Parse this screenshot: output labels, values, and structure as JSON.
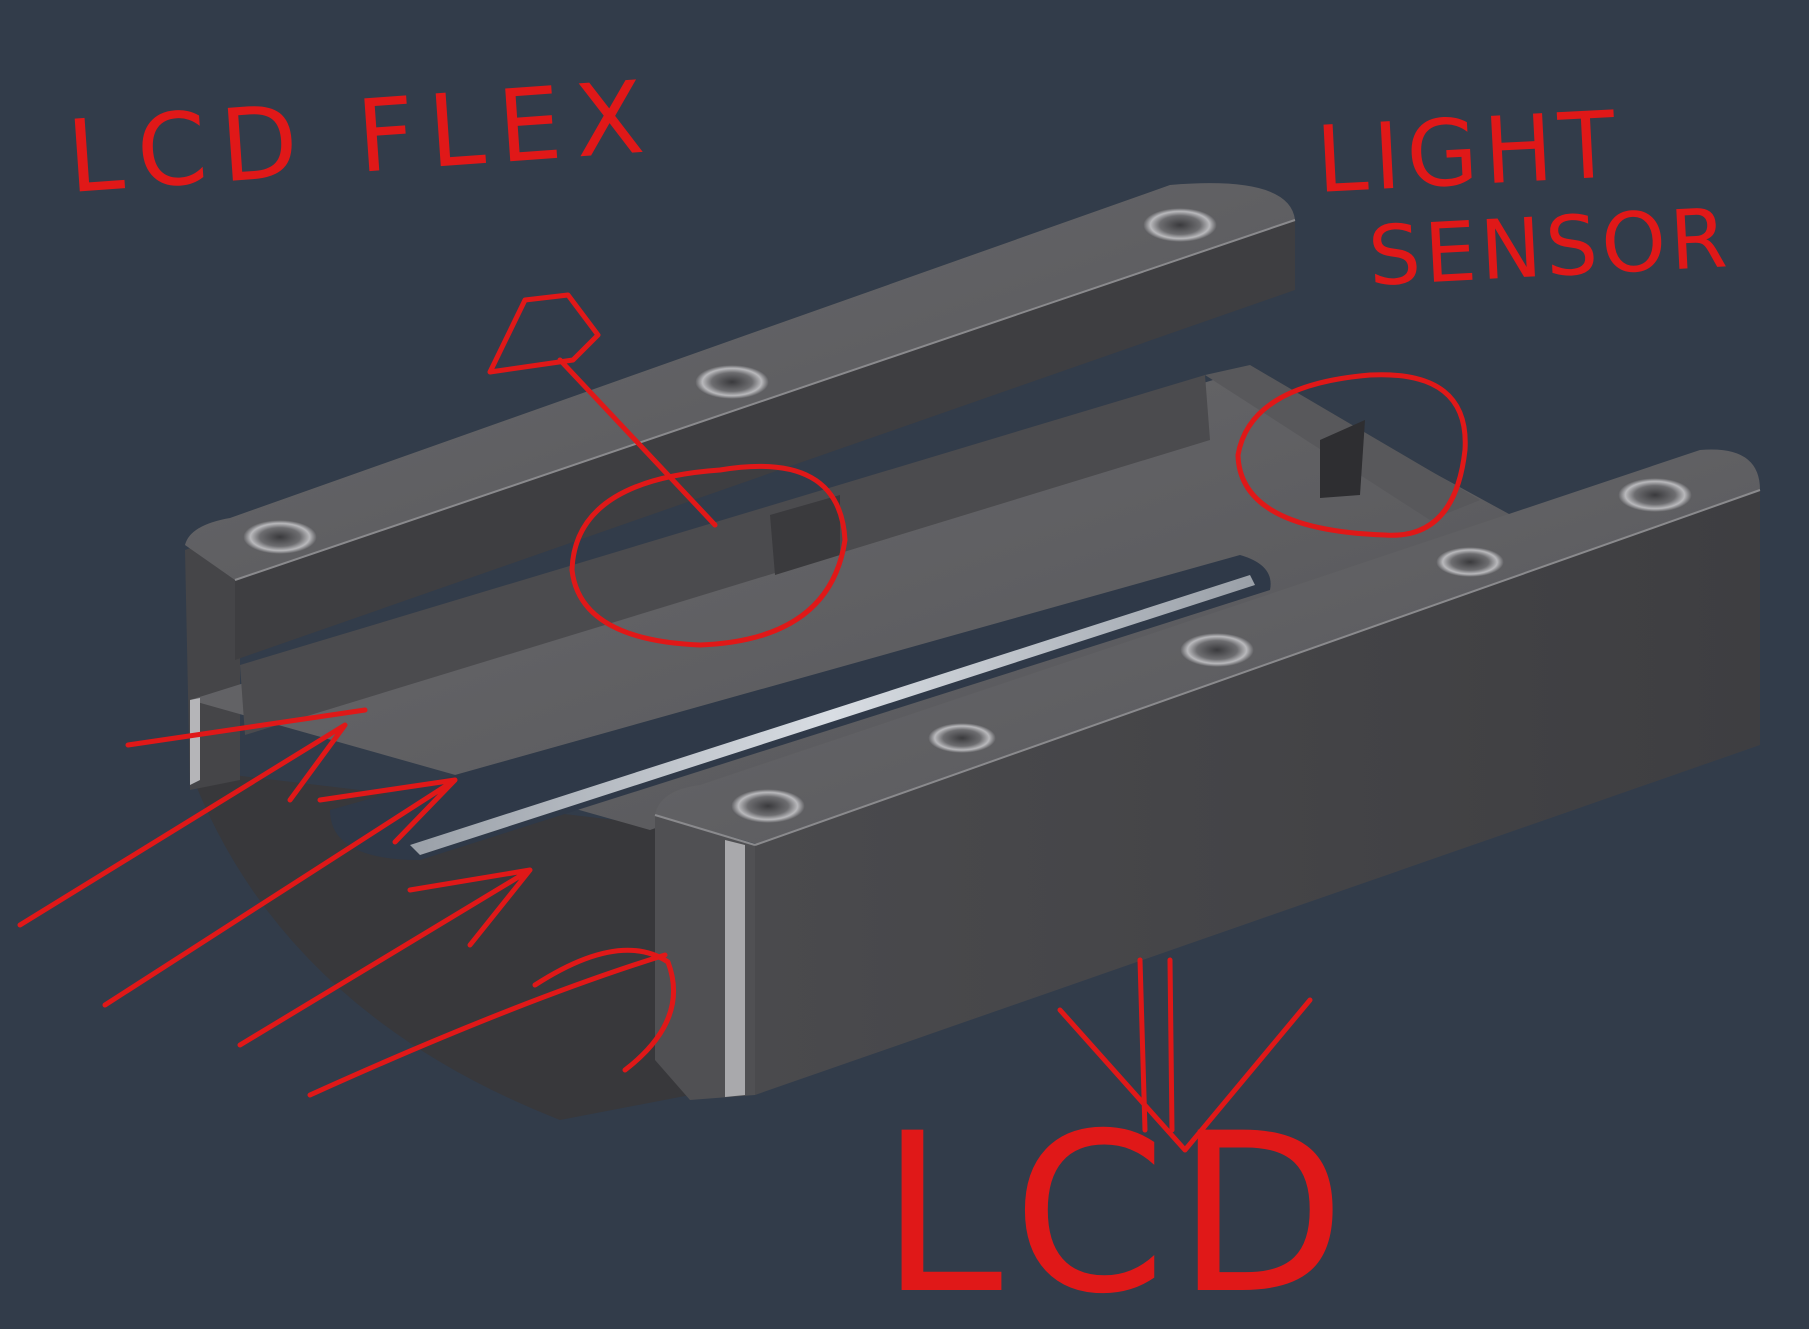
{
  "canvas": {
    "background": "#323c4a"
  },
  "part": {
    "face_colors": {
      "top": "#5f5f62",
      "side": "#3c3c3f",
      "front": "#47474a",
      "edge": "#8a8a8d",
      "recess": "#525255"
    }
  },
  "annotations": {
    "color": "#e01818",
    "labels": [
      {
        "id": "lcd-flex",
        "text": "LCD FLEX"
      },
      {
        "id": "light-sensor-line1",
        "text": "LIGHT"
      },
      {
        "id": "light-sensor-line2",
        "text": "SENSOR"
      },
      {
        "id": "lcd",
        "text": "LCD"
      }
    ]
  }
}
